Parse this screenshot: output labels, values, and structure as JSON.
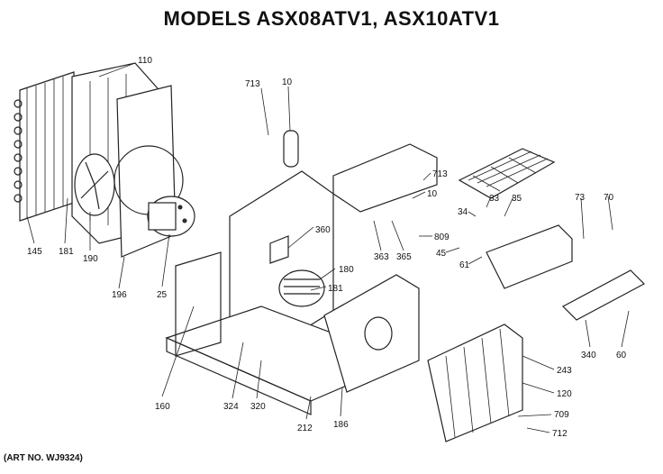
{
  "title": "MODELS ASX08ATV1, ASX10ATV1",
  "art_number": "(ART NO. WJ9324)",
  "part_labels": [
    "110",
    "713",
    "10",
    "145",
    "181",
    "190",
    "196",
    "25",
    "360",
    "180",
    "181",
    "713",
    "10",
    "33",
    "35",
    "73",
    "70",
    "34",
    "809",
    "363",
    "365",
    "45",
    "61",
    "160",
    "324",
    "320",
    "212",
    "186",
    "243",
    "120",
    "709",
    "712",
    "340",
    "60"
  ],
  "colors": {
    "ink": "#222222",
    "background": "#ffffff"
  }
}
